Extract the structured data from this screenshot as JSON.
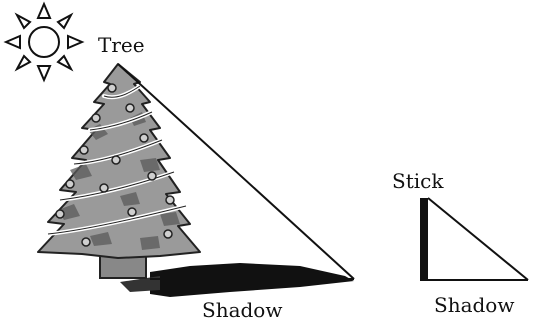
{
  "labels": {
    "tree": "Tree",
    "shadow_tree": "Shadow",
    "stick": "Stick",
    "shadow_stick": "Shadow"
  },
  "icons": {
    "sun": "sun-icon",
    "tree": "christmas-tree-icon"
  },
  "colors": {
    "line": "#111111",
    "tree_fill": "#9a9a9a",
    "tree_dark": "#555555",
    "shadow_fill": "#111111",
    "background": "#ffffff"
  }
}
